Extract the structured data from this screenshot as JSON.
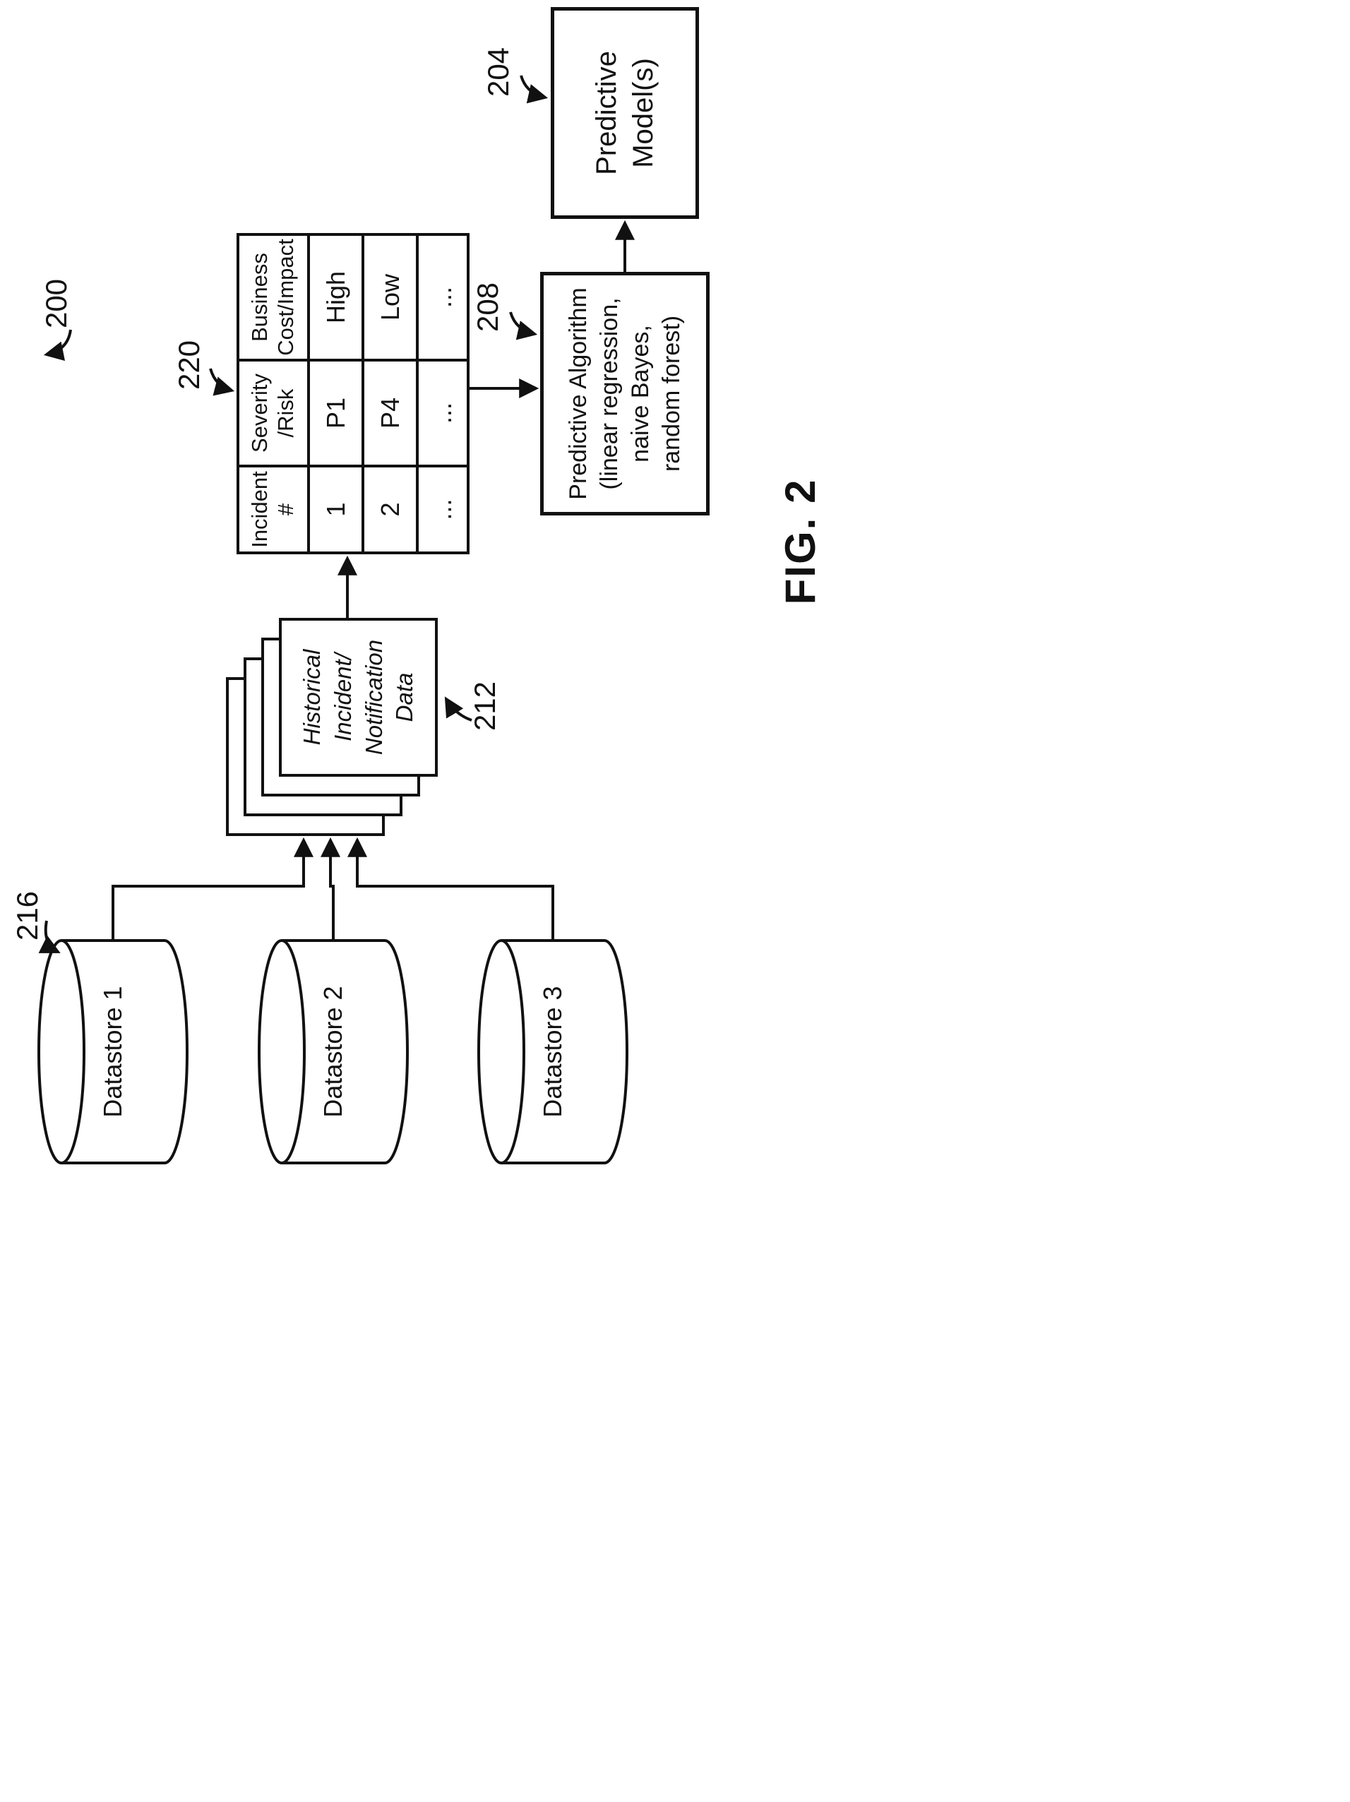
{
  "figure": {
    "caption": "FIG. 2",
    "ref": "200"
  },
  "datastores": {
    "ref": "216",
    "items": [
      "Datastore 1",
      "Datastore 2",
      "Datastore 3"
    ]
  },
  "documents": {
    "ref": "212",
    "label": "Historical\nIncident/\nNotification\nData"
  },
  "incident_table": {
    "ref": "220",
    "headers": [
      "Incident\n#",
      "Severity\n/Risk",
      "Business\nCost/Impact"
    ],
    "rows": [
      [
        "1",
        "P1",
        "High"
      ],
      [
        "2",
        "P4",
        "Low"
      ],
      [
        "...",
        "...",
        "..."
      ]
    ]
  },
  "algorithm": {
    "ref": "208",
    "label": "Predictive Algorithm\n(linear regression,\nnaive Bayes,\nrandom forest)"
  },
  "model": {
    "ref": "204",
    "label": "Predictive\nModel(s)"
  },
  "colors": {
    "ink": "#111111",
    "paper": "#ffffff"
  }
}
